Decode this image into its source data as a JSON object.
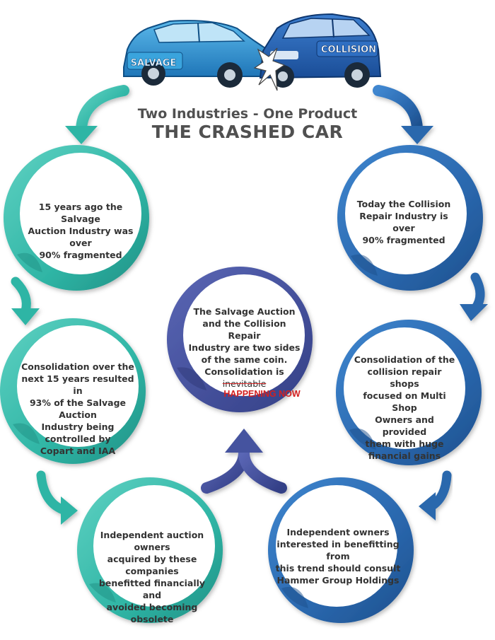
{
  "header": {
    "subtitle": "Two Industries - One Product",
    "title": "THE CRASHED CAR",
    "car_left_label": "SALVAGE",
    "car_right_label": "COLLISION"
  },
  "circles": {
    "left_1": {
      "lines": [
        "15 years ago the Salvage",
        "Auction Industry was over",
        "90% fragmented"
      ]
    },
    "left_2": {
      "lines": [
        "Consolidation over the",
        "next 15 years resulted in",
        "93% of the Salvage Auction",
        "Industry being controlled by",
        "Copart and IAA"
      ]
    },
    "left_3": {
      "lines": [
        "Independent auction owners",
        "acquired by these companies",
        "benefitted financially and",
        "avoided becoming obsolete"
      ]
    },
    "center": {
      "lines": [
        "The Salvage Auction",
        "and the Collision Repair",
        "Industry are two sides",
        "of the same coin."
      ],
      "last_prefix": "Consolidation is ",
      "struck_word": "inevitable",
      "replacement": "HAPPENING NOW"
    },
    "right_1": {
      "lines": [
        "Today the Collision",
        "Repair Industry is over",
        "90% fragmented"
      ]
    },
    "right_2": {
      "lines": [
        "Consolidation of the",
        "collision repair shops",
        "focused on Multi Shop",
        "Owners and provided",
        "them with huge",
        "financial gains"
      ]
    },
    "right_3": {
      "lines": [
        "Independent owners",
        "interested in benefitting from",
        "this trend should consult",
        "Hammer Group Holdings"
      ]
    }
  },
  "colors": {
    "teal": "#2fb5a5",
    "teal_dark": "#1f8f84",
    "blue": "#2a67ad",
    "blue_dark": "#1d4f8c",
    "center": "#3d4a94",
    "accent_red": "#d32020"
  }
}
